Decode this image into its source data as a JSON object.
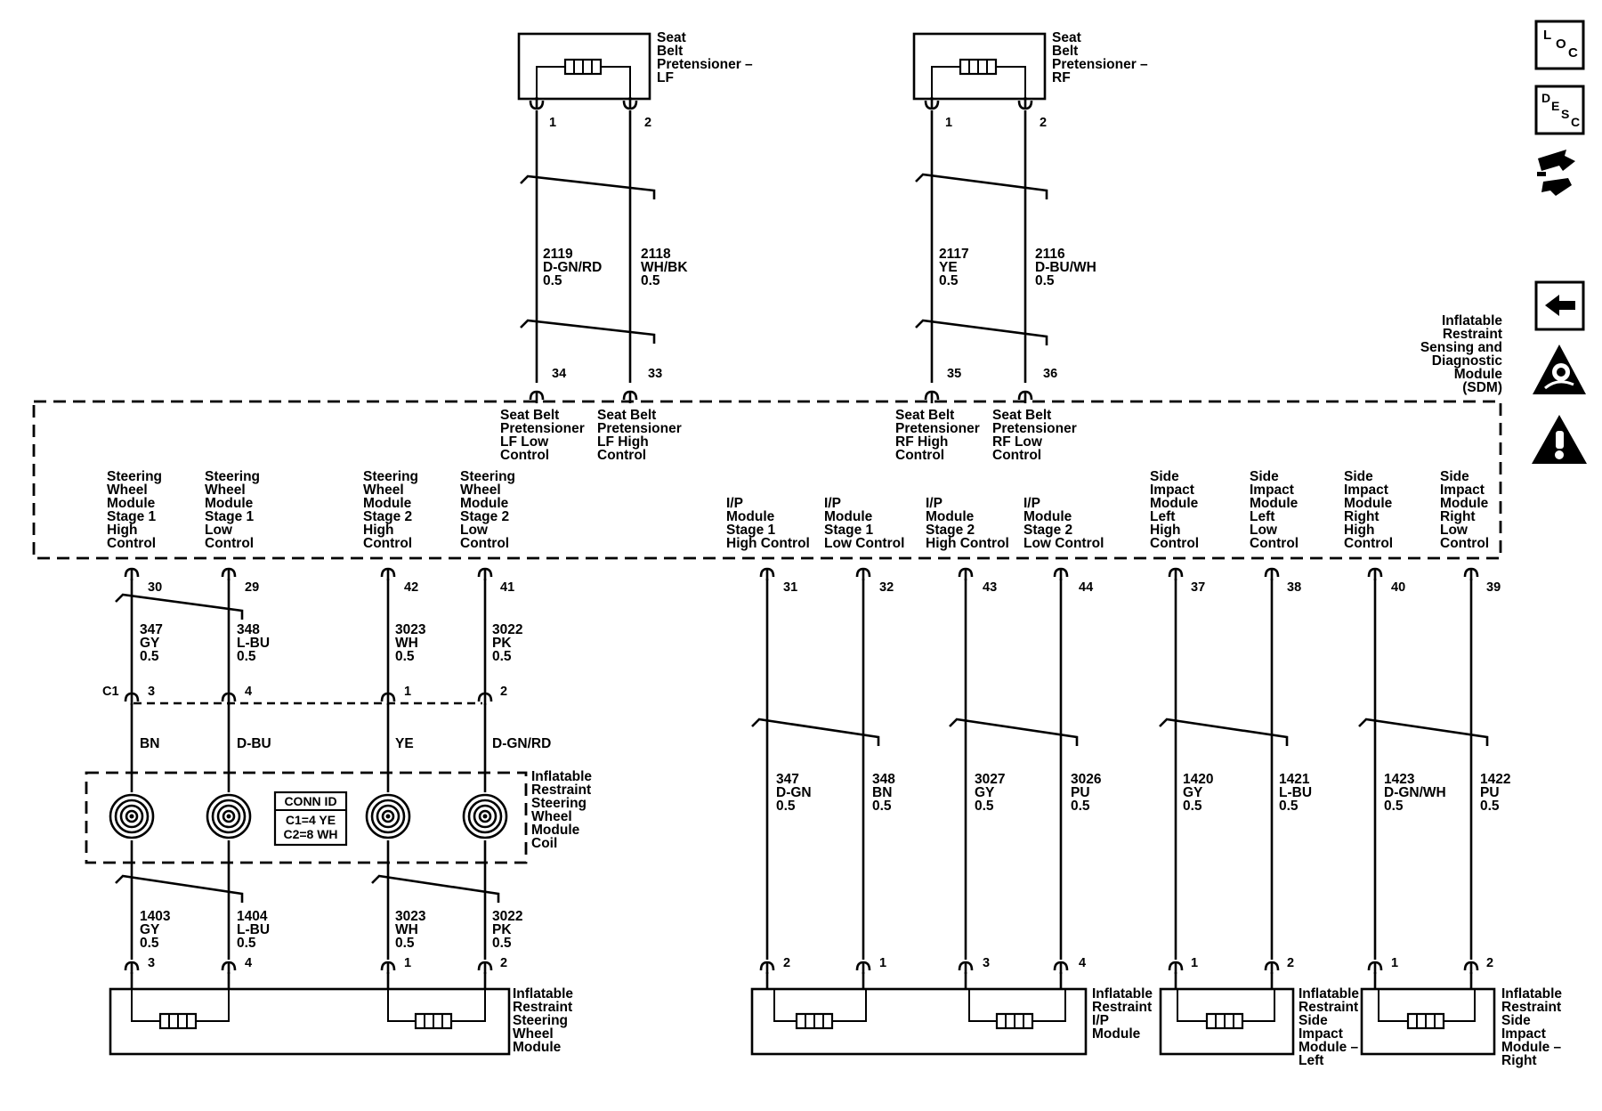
{
  "modules": {
    "sdm": [
      "Inflatable",
      "Restraint",
      "Sensing and",
      "Diagnostic",
      "Module",
      "(SDM)"
    ],
    "pretensioner_lf": [
      "Seat",
      "Belt",
      "Pretensioner –",
      "LF"
    ],
    "pretensioner_rf": [
      "Seat",
      "Belt",
      "Pretensioner –",
      "RF"
    ],
    "coil": [
      "Inflatable",
      "Restraint",
      "Steering",
      "Wheel",
      "Module",
      "Coil"
    ],
    "steering_module": [
      "Inflatable",
      "Restraint",
      "Steering",
      "Wheel",
      "Module"
    ],
    "ip_module": [
      "Inflatable",
      "Restraint",
      "I/P",
      "Module"
    ],
    "side_left": [
      "Inflatable",
      "Restraint",
      "Side",
      "Impact",
      "Module –",
      "Left"
    ],
    "side_right": [
      "Inflatable",
      "Restraint",
      "Side",
      "Impact",
      "Module –",
      "Right"
    ]
  },
  "conn_id": {
    "title": "CONN ID",
    "c1": "C1=4 YE",
    "c2": "C2=8 WH"
  },
  "connector_name": "C1",
  "sdm_pins": [
    {
      "pin": "34",
      "label": [
        "Seat Belt",
        "Pretensioner",
        "LF Low",
        "Control"
      ]
    },
    {
      "pin": "33",
      "label": [
        "Seat Belt",
        "Pretensioner",
        "LF High",
        "Control"
      ]
    },
    {
      "pin": "35",
      "label": [
        "Seat Belt",
        "Pretensioner",
        "RF High",
        "Control"
      ]
    },
    {
      "pin": "36",
      "label": [
        "Seat Belt",
        "Pretensioner",
        "RF Low",
        "Control"
      ]
    },
    {
      "pin": "30",
      "label": [
        "Steering",
        "Wheel",
        "Module",
        "Stage 1",
        "High",
        "Control"
      ]
    },
    {
      "pin": "29",
      "label": [
        "Steering",
        "Wheel",
        "Module",
        "Stage 1",
        "Low",
        "Control"
      ]
    },
    {
      "pin": "42",
      "label": [
        "Steering",
        "Wheel",
        "Module",
        "Stage 2",
        "High",
        "Control"
      ]
    },
    {
      "pin": "41",
      "label": [
        "Steering",
        "Wheel",
        "Module",
        "Stage 2",
        "Low",
        "Control"
      ]
    },
    {
      "pin": "31",
      "label": [
        "I/P",
        "Module",
        "Stage 1",
        "High Control"
      ]
    },
    {
      "pin": "32",
      "label": [
        "I/P",
        "Module",
        "Stage 1",
        "Low Control"
      ]
    },
    {
      "pin": "43",
      "label": [
        "I/P",
        "Module",
        "Stage 2",
        "High Control"
      ]
    },
    {
      "pin": "44",
      "label": [
        "I/P",
        "Module",
        "Stage 2",
        "Low Control"
      ]
    },
    {
      "pin": "37",
      "label": [
        "Side",
        "Impact",
        "Module",
        "Left",
        "High",
        "Control"
      ]
    },
    {
      "pin": "38",
      "label": [
        "Side",
        "Impact",
        "Module",
        "Left",
        "Low",
        "Control"
      ]
    },
    {
      "pin": "40",
      "label": [
        "Side",
        "Impact",
        "Module",
        "Right",
        "High",
        "Control"
      ]
    },
    {
      "pin": "39",
      "label": [
        "Side",
        "Impact",
        "Module",
        "Right",
        "Low",
        "Control"
      ]
    }
  ],
  "component_pins": {
    "pretensioner_lf": [
      "1",
      "2"
    ],
    "pretensioner_rf": [
      "1",
      "2"
    ],
    "c1": [
      "3",
      "4",
      "1",
      "2"
    ],
    "steering_module": [
      "3",
      "4",
      "1",
      "2"
    ],
    "ip_module": [
      "2",
      "1",
      "3",
      "4"
    ],
    "side_left": [
      "1",
      "2"
    ],
    "side_right": [
      "1",
      "2"
    ]
  },
  "wires": {
    "pretensioner_lf": [
      {
        "circuit": "2119",
        "color": "D-GN/RD",
        "size": "0.5"
      },
      {
        "circuit": "2118",
        "color": "WH/BK",
        "size": "0.5"
      }
    ],
    "pretensioner_rf": [
      {
        "circuit": "2117",
        "color": "YE",
        "size": "0.5"
      },
      {
        "circuit": "2116",
        "color": "D-BU/WH",
        "size": "0.5"
      }
    ],
    "steering_upper": [
      {
        "circuit": "347",
        "color": "GY",
        "size": "0.5"
      },
      {
        "circuit": "348",
        "color": "L-BU",
        "size": "0.5"
      },
      {
        "circuit": "3023",
        "color": "WH",
        "size": "0.5"
      },
      {
        "circuit": "3022",
        "color": "PK",
        "size": "0.5"
      }
    ],
    "coil_colors": [
      "BN",
      "D-BU",
      "YE",
      "D-GN/RD"
    ],
    "steering_lower": [
      {
        "circuit": "1403",
        "color": "GY",
        "size": "0.5"
      },
      {
        "circuit": "1404",
        "color": "L-BU",
        "size": "0.5"
      },
      {
        "circuit": "3023",
        "color": "WH",
        "size": "0.5"
      },
      {
        "circuit": "3022",
        "color": "PK",
        "size": "0.5"
      }
    ],
    "ip": [
      {
        "circuit": "347",
        "color": "D-GN",
        "size": "0.5"
      },
      {
        "circuit": "348",
        "color": "BN",
        "size": "0.5"
      },
      {
        "circuit": "3027",
        "color": "GY",
        "size": "0.5"
      },
      {
        "circuit": "3026",
        "color": "PU",
        "size": "0.5"
      }
    ],
    "side": [
      {
        "circuit": "1420",
        "color": "GY",
        "size": "0.5"
      },
      {
        "circuit": "1421",
        "color": "L-BU",
        "size": "0.5"
      },
      {
        "circuit": "1423",
        "color": "D-GN/WH",
        "size": "0.5"
      },
      {
        "circuit": "1422",
        "color": "PU",
        "size": "0.5"
      }
    ]
  },
  "nav_icons": {
    "loc": {
      "icon": "loc-icon",
      "letters": [
        "L",
        "O",
        "C"
      ]
    },
    "desc": {
      "icon": "desc-icon",
      "letters": [
        "D",
        "E",
        "S",
        "C"
      ]
    },
    "connector": {
      "icon": "connector-end-view-icon"
    },
    "back": {
      "icon": "back-arrow-icon"
    },
    "airbag": {
      "icon": "airbag-deployment-icon"
    },
    "caution": {
      "icon": "caution-icon"
    }
  }
}
